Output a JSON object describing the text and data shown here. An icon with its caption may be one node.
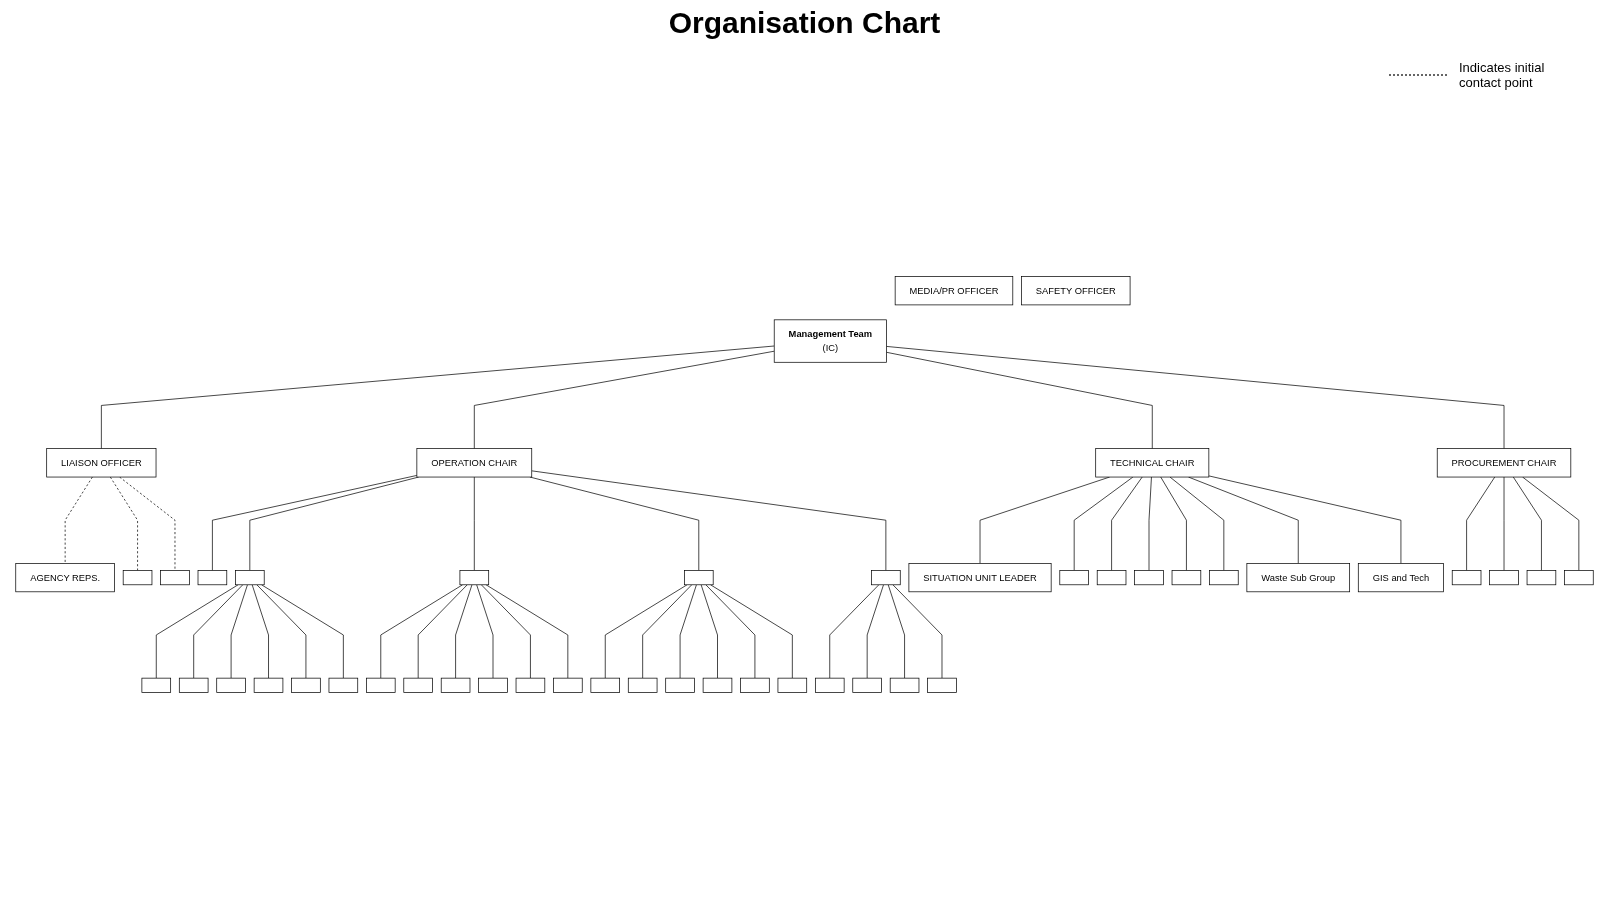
{
  "diagram": {
    "title": "Organisation Chart",
    "nodes": [
      {
        "text": [
          "Management Team",
          "(IC)"
        ]
      },
      {
        "text": [
          "MEDIA/PR OFFICER"
        ]
      },
      {
        "text": [
          "SAFETY OFFICER"
        ]
      },
      {
        "text": [
          "LIAISON OFFICER"
        ]
      },
      {
        "text": [
          "AGENCY REPS."
        ]
      },
      {
        "text": [],
        "shape": "box"
      },
      {
        "text": [],
        "shape": "box"
      },
      {
        "text": [
          "OPERATION CHAIR"
        ]
      },
      {
        "text": [
          "TECHNICAL CHAIR"
        ]
      },
      {
        "text": [
          "PROCUREMENT CHAIR"
        ]
      },
      {
        "text": [],
        "shape": "box"
      },
      {
        "text": [],
        "shape": "box"
      },
      {
        "text": [],
        "shape": "box"
      },
      {
        "text": [],
        "shape": "box"
      },
      {
        "text": [],
        "shape": "box"
      },
      {
        "text": [],
        "shape": "box"
      },
      {
        "text": [],
        "shape": "box"
      },
      {
        "text": [],
        "shape": "box"
      },
      {
        "text": [],
        "shape": "box"
      },
      {
        "text": [],
        "shape": "box"
      },
      {
        "text": [],
        "shape": "box"
      },
      {
        "text": [],
        "shape": "box"
      },
      {
        "text": [],
        "shape": "box"
      },
      {
        "text": [],
        "shape": "box"
      },
      {
        "text": [],
        "shape": "box"
      },
      {
        "text": [],
        "shape": "box"
      },
      {
        "text": [],
        "shape": "box"
      },
      {
        "text": [],
        "shape": "box"
      },
      {
        "text": [],
        "shape": "box"
      },
      {
        "text": [],
        "shape": "box"
      },
      {
        "text": [],
        "shape": "box"
      },
      {
        "text": [],
        "shape": "box"
      },
      {
        "text": [],
        "shape": "box"
      },
      {
        "text": [],
        "shape": "box"
      },
      {
        "text": [],
        "shape": "box"
      },
      {
        "text": [],
        "shape": "box"
      },
      {
        "text": [],
        "shape": "box"
      },
      {
        "text": [
          "SITUATION UNIT LEADER"
        ]
      },
      {
        "text": [],
        "shape": "box"
      },
      {
        "text": [],
        "shape": "box"
      },
      {
        "text": [],
        "shape": "box"
      },
      {
        "text": [],
        "shape": "box"
      },
      {
        "text": [],
        "shape": "box"
      },
      {
        "text": [
          "Waste Sub Group"
        ]
      },
      {
        "text": [
          "GIS and Tech"
        ]
      },
      {
        "text": [],
        "shape": "box"
      },
      {
        "text": [],
        "shape": "box"
      },
      {
        "text": [],
        "shape": "box"
      },
      {
        "text": [],
        "shape": "box"
      }
    ],
    "edges": [
      {
        "from": 0,
        "to": 3,
        "arrow": "none"
      },
      {
        "from": 3,
        "to": 4,
        "arrow": "none",
        "style": "dashed"
      },
      {
        "from": 3,
        "to": 5,
        "arrow": "none",
        "style": "dashed"
      },
      {
        "from": 3,
        "to": 6,
        "arrow": "none",
        "style": "dashed"
      },
      {
        "from": 0,
        "to": 7,
        "arrow": "none"
      },
      {
        "from": 0,
        "to": 8,
        "arrow": "none"
      },
      {
        "from": 0,
        "to": 9,
        "arrow": "none"
      },
      {
        "from": 7,
        "to": 10,
        "arrow": "none"
      },
      {
        "from": 7,
        "to": 11,
        "arrow": "none"
      },
      {
        "from": 7,
        "to": 12,
        "arrow": "none"
      },
      {
        "from": 7,
        "to": 13,
        "arrow": "none"
      },
      {
        "from": 7,
        "to": 14,
        "arrow": "none"
      },
      {
        "from": 11,
        "to": 15,
        "arrow": "none"
      },
      {
        "from": 11,
        "to": 16,
        "arrow": "none"
      },
      {
        "from": 11,
        "to": 17,
        "arrow": "none"
      },
      {
        "from": 11,
        "to": 18,
        "arrow": "none"
      },
      {
        "from": 11,
        "to": 19,
        "arrow": "none"
      },
      {
        "from": 11,
        "to": 20,
        "arrow": "none"
      },
      {
        "from": 12,
        "to": 21,
        "arrow": "none"
      },
      {
        "from": 12,
        "to": 22,
        "arrow": "none"
      },
      {
        "from": 12,
        "to": 23,
        "arrow": "none"
      },
      {
        "from": 12,
        "to": 24,
        "arrow": "none"
      },
      {
        "from": 12,
        "to": 25,
        "arrow": "none"
      },
      {
        "from": 12,
        "to": 26,
        "arrow": "none"
      },
      {
        "from": 13,
        "to": 27,
        "arrow": "none"
      },
      {
        "from": 13,
        "to": 28,
        "arrow": "none"
      },
      {
        "from": 13,
        "to": 29,
        "arrow": "none"
      },
      {
        "from": 13,
        "to": 30,
        "arrow": "none"
      },
      {
        "from": 13,
        "to": 31,
        "arrow": "none"
      },
      {
        "from": 13,
        "to": 32,
        "arrow": "none"
      },
      {
        "from": 14,
        "to": 33,
        "arrow": "none"
      },
      {
        "from": 14,
        "to": 34,
        "arrow": "none"
      },
      {
        "from": 14,
        "to": 35,
        "arrow": "none"
      },
      {
        "from": 14,
        "to": 36,
        "arrow": "none"
      },
      {
        "from": 8,
        "to": 37,
        "arrow": "none"
      },
      {
        "from": 8,
        "to": 38,
        "arrow": "none"
      },
      {
        "from": 8,
        "to": 39,
        "arrow": "none"
      },
      {
        "from": 8,
        "to": 40,
        "arrow": "none"
      },
      {
        "from": 8,
        "to": 41,
        "arrow": "none"
      },
      {
        "from": 8,
        "to": 42,
        "arrow": "none"
      },
      {
        "from": 8,
        "to": 43,
        "arrow": "none"
      },
      {
        "from": 8,
        "to": 44,
        "arrow": "none"
      },
      {
        "from": 9,
        "to": 45,
        "arrow": "none"
      },
      {
        "from": 9,
        "to": 46,
        "arrow": "none"
      },
      {
        "from": 9,
        "to": 47,
        "arrow": "none"
      },
      {
        "from": 9,
        "to": 48,
        "arrow": "none"
      }
    ],
    "legend": [
      {
        "text": "Indicates initial contact point"
      }
    ]
  }
}
